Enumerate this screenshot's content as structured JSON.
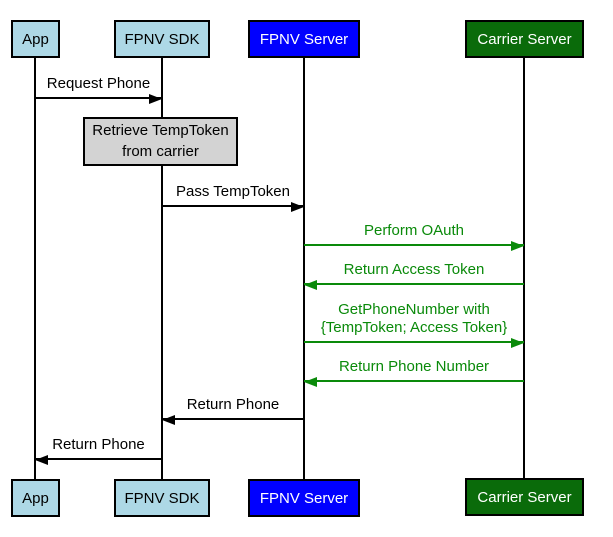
{
  "diagram": {
    "type": "sequence-diagram",
    "background_color": "#ffffff",
    "colors": {
      "actor_light_blue_fill": "#add8e6",
      "actor_blue_fill": "#0000ff",
      "actor_dark_green_fill": "#0a6b0a",
      "note_gray_fill": "#d3d3d3",
      "green_message_color": "#0a8a0a",
      "black_message_color": "#000000",
      "border_color": "#000000"
    },
    "actors": [
      {
        "name": "App"
      },
      {
        "name": "FPNV SDK"
      },
      {
        "name": "FPNV Server"
      },
      {
        "name": "Carrier Server"
      }
    ],
    "note": {
      "line1": "Retrieve TempToken",
      "line2": "from carrier",
      "attached_to": "FPNV SDK"
    },
    "messages": [
      {
        "label": "Request Phone",
        "from": "App",
        "to": "FPNV SDK",
        "direction": "right",
        "color": "#000000"
      },
      {
        "label": "Pass TempToken",
        "from": "FPNV SDK",
        "to": "FPNV Server",
        "direction": "right",
        "color": "#000000"
      },
      {
        "label": "Perform OAuth",
        "from": "FPNV Server",
        "to": "Carrier Server",
        "direction": "right",
        "color": "#0a8a0a"
      },
      {
        "label": "Return Access Token",
        "from": "Carrier Server",
        "to": "FPNV Server",
        "direction": "left",
        "color": "#0a8a0a"
      },
      {
        "label": "GetPhoneNumber with",
        "label2": "{TempToken; Access Token}",
        "from": "FPNV Server",
        "to": "Carrier Server",
        "direction": "right",
        "color": "#0a8a0a"
      },
      {
        "label": "Return Phone Number",
        "from": "Carrier Server",
        "to": "FPNV Server",
        "direction": "left",
        "color": "#0a8a0a"
      },
      {
        "label": "Return Phone",
        "from": "FPNV Server",
        "to": "FPNV SDK",
        "direction": "left",
        "color": "#000000"
      },
      {
        "label": "Return Phone",
        "from": "FPNV SDK",
        "to": "App",
        "direction": "left",
        "color": "#000000"
      }
    ]
  }
}
